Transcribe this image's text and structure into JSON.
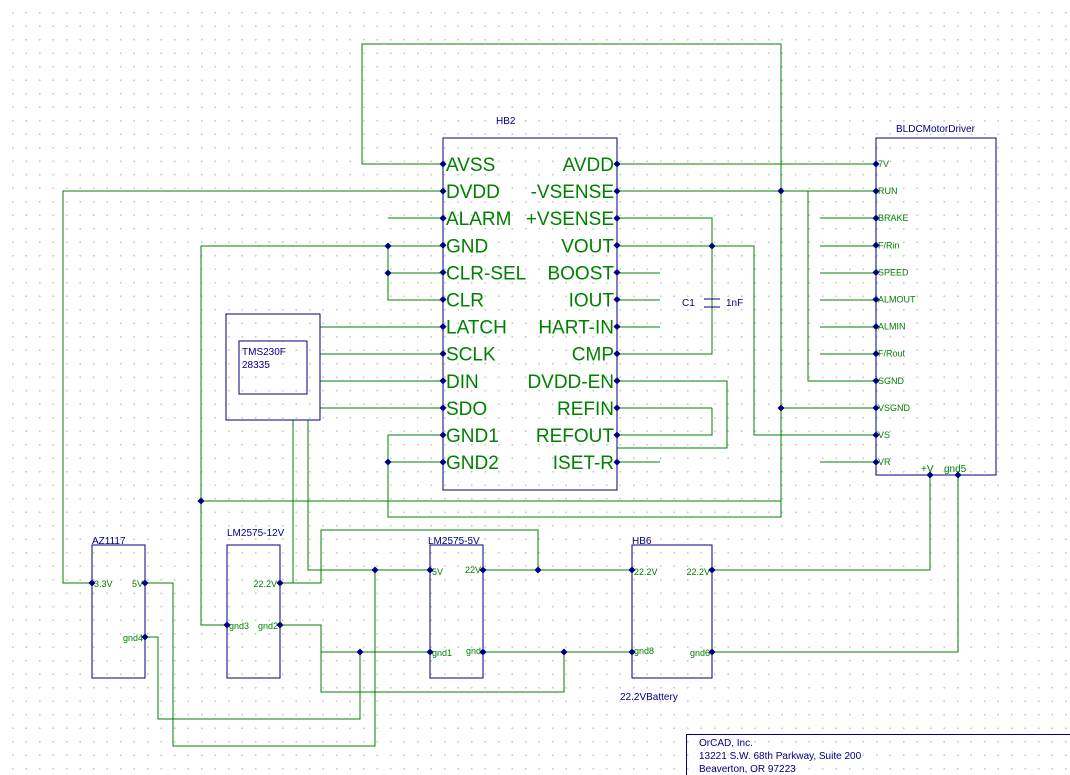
{
  "hb2": {
    "ref": "HB2",
    "left_pins": [
      "AVSS",
      "DVDD",
      "ALARM",
      "GND",
      "CLR-SEL",
      "CLR",
      "LATCH",
      "SCLK",
      "DIN",
      "SDO",
      "GND1",
      "GND2"
    ],
    "right_pins": [
      "AVDD",
      "-VSENSE",
      "+VSENSE",
      "VOUT",
      "BOOST",
      "IOUT",
      "HART-IN",
      "CMP",
      "DVDD-EN",
      "REFIN",
      "REFOUT",
      "ISET-R"
    ]
  },
  "bldc": {
    "ref": "BLDCMotorDriver",
    "pins": [
      "7V",
      "RUN",
      "BRAKE",
      "F/Rin",
      "SPEED",
      "ALMOUT",
      "ALMIN",
      "F/Rout",
      "SGND",
      "VSGND",
      "VS",
      "VR"
    ],
    "bottom_pins": [
      "+V",
      "gnd5"
    ]
  },
  "tms": {
    "line1": "TMS230F",
    "line2": "28335"
  },
  "c1": {
    "ref": "C1",
    "value": "1nF"
  },
  "az1117": {
    "ref": "AZ1117",
    "pins": [
      "3.3V",
      "5V",
      "gnd4"
    ]
  },
  "lm12": {
    "ref": "LM2575-12V",
    "pins": [
      "22.2V",
      "gnd3",
      "gnd2"
    ]
  },
  "lm5": {
    "ref": "LM2575-5V",
    "pins": [
      "5V",
      "22V",
      "gnd1",
      "gnd"
    ]
  },
  "hb6": {
    "ref": "HB6",
    "pins": [
      "22.2V",
      "22.2V",
      "gnd8",
      "gnd6"
    ],
    "caption": "22.2VBattery"
  },
  "title_block": {
    "line1": "OrCAD, Inc.",
    "line2": "13221 S.W. 68th Parkway, Suite 200",
    "line3": "Beaverton, OR 97223"
  },
  "colors": {
    "wire": "#008000",
    "component": "#000080",
    "pin_label": "#008000",
    "junction": "#000080",
    "background": "#ffffff"
  }
}
